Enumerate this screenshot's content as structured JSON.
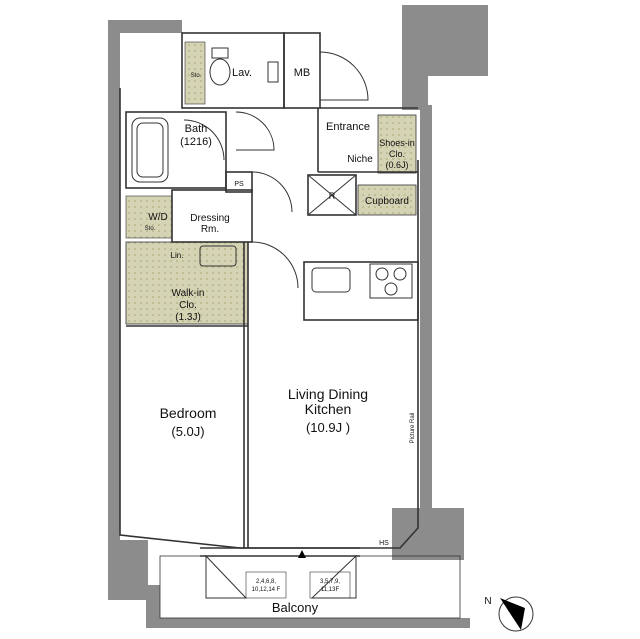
{
  "colors": {
    "wall": "#8c8c8c",
    "storage": "#d4d3b4",
    "storage_dot": "#a7a56e",
    "line": "#333333",
    "background": "#ffffff"
  },
  "rooms": {
    "lav": "Lav.",
    "mb": "MB",
    "entrance": "Entrance",
    "bath": "Bath",
    "bath_size": "(1216)",
    "niche": "Niche",
    "shoes_in": "Shoes-in",
    "shoes_clo": "Clo.",
    "shoes_size": "(0.6J)",
    "ps": "PS",
    "r": "R",
    "cupboard": "Cupboard",
    "wd": "W/D",
    "dressing": "Dressing",
    "dressing_rm": "Rm.",
    "sto_top": "Sto.",
    "sto_wd": "Sto.",
    "lin": "Lin.",
    "walkin": "Walk-in",
    "walkin_clo": "Clo.",
    "walkin_size": "(1.3J)",
    "ldk_line1": "Living Dining",
    "ldk_line2": "Kitchen",
    "ldk_size": "(10.9J )",
    "bedroom": "Bedroom",
    "bedroom_size": "(5.0J)",
    "picture_rail": "Picture Rail",
    "hs": "HS",
    "balcony": "Balcony"
  },
  "floor_notes": {
    "left_line1": "2,4,6,8,",
    "left_line2": "10,12,14 F",
    "right_line1": "3,5,7,9,",
    "right_line2": "11,13F"
  },
  "compass": {
    "label": "N",
    "icon": "north-arrow-icon"
  }
}
